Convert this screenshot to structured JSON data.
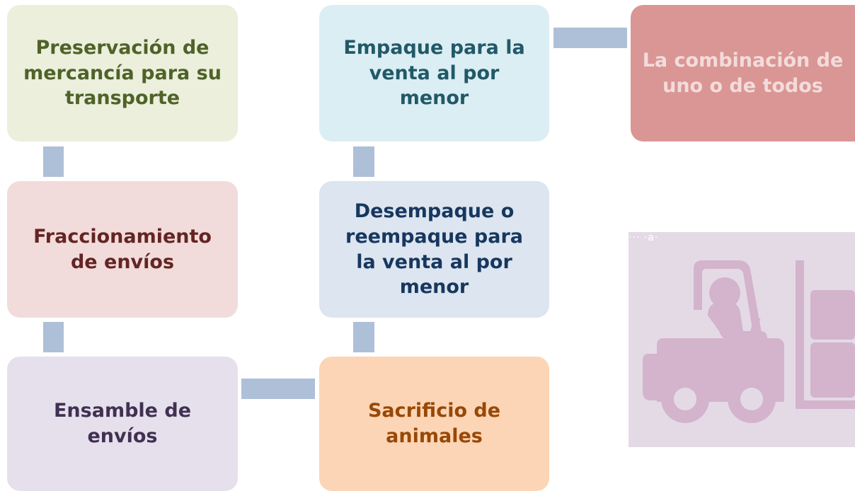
{
  "colors": {
    "connector": "#aebfd8",
    "forklift": "#d3b4cc",
    "graphic_bg": "#e4dae6"
  },
  "nodes": {
    "preservacion": {
      "label": "Preservación de mercancía para su transporte",
      "bg": "#ebefdc",
      "color": "#4f6228"
    },
    "fraccionamiento": {
      "label": "Fraccionamiento de envíos",
      "bg": "#f2dcdb",
      "color": "#632523"
    },
    "ensamble": {
      "label": "Ensamble de envíos",
      "bg": "#e6e0ec",
      "color": "#403152"
    },
    "empaque": {
      "label": "Empaque para la venta al por menor",
      "bg": "#dbeef3",
      "color": "#215968"
    },
    "desempaque": {
      "label": "Desempaque o reempaque para la venta al por menor",
      "bg": "#dce5f0",
      "color": "#17375e"
    },
    "sacrificio": {
      "label": "Sacrificio de animales",
      "bg": "#fbd5b5",
      "color": "#984807"
    },
    "combinacion": {
      "label": "La combinación de uno o de todos",
      "bg": "#da9694",
      "color": "#f2dcdb"
    }
  },
  "graphic": {
    "icon": "forklift-icon",
    "text_fragment": "··· ·a·"
  }
}
